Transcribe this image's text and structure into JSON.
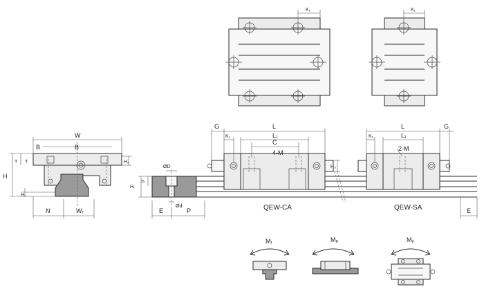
{
  "labels": {
    "K1": "K₁",
    "W": "W",
    "B": "B",
    "H": "H",
    "H1": "H₁",
    "H2": "H₂",
    "T": "T",
    "N": "N",
    "WR": "Wᵣ",
    "HR": "Hᵣ",
    "D": "ØD",
    "h": "h",
    "d": "Ød",
    "E": "E",
    "P": "P",
    "G": "G",
    "L": "L",
    "L1": "L₁",
    "C": "C",
    "holes4": "4-M",
    "holes2": "2-M",
    "H3": "H₃",
    "MR": "Mᵣ",
    "MP": "Mₚ",
    "MY": "Mᵧ"
  },
  "captions": {
    "ca": "QEW-CA",
    "sa": "QEW-SA"
  },
  "colors": {
    "line": "#2b2b2b",
    "fill": "#ececec",
    "dark": "#9a9a9a"
  }
}
